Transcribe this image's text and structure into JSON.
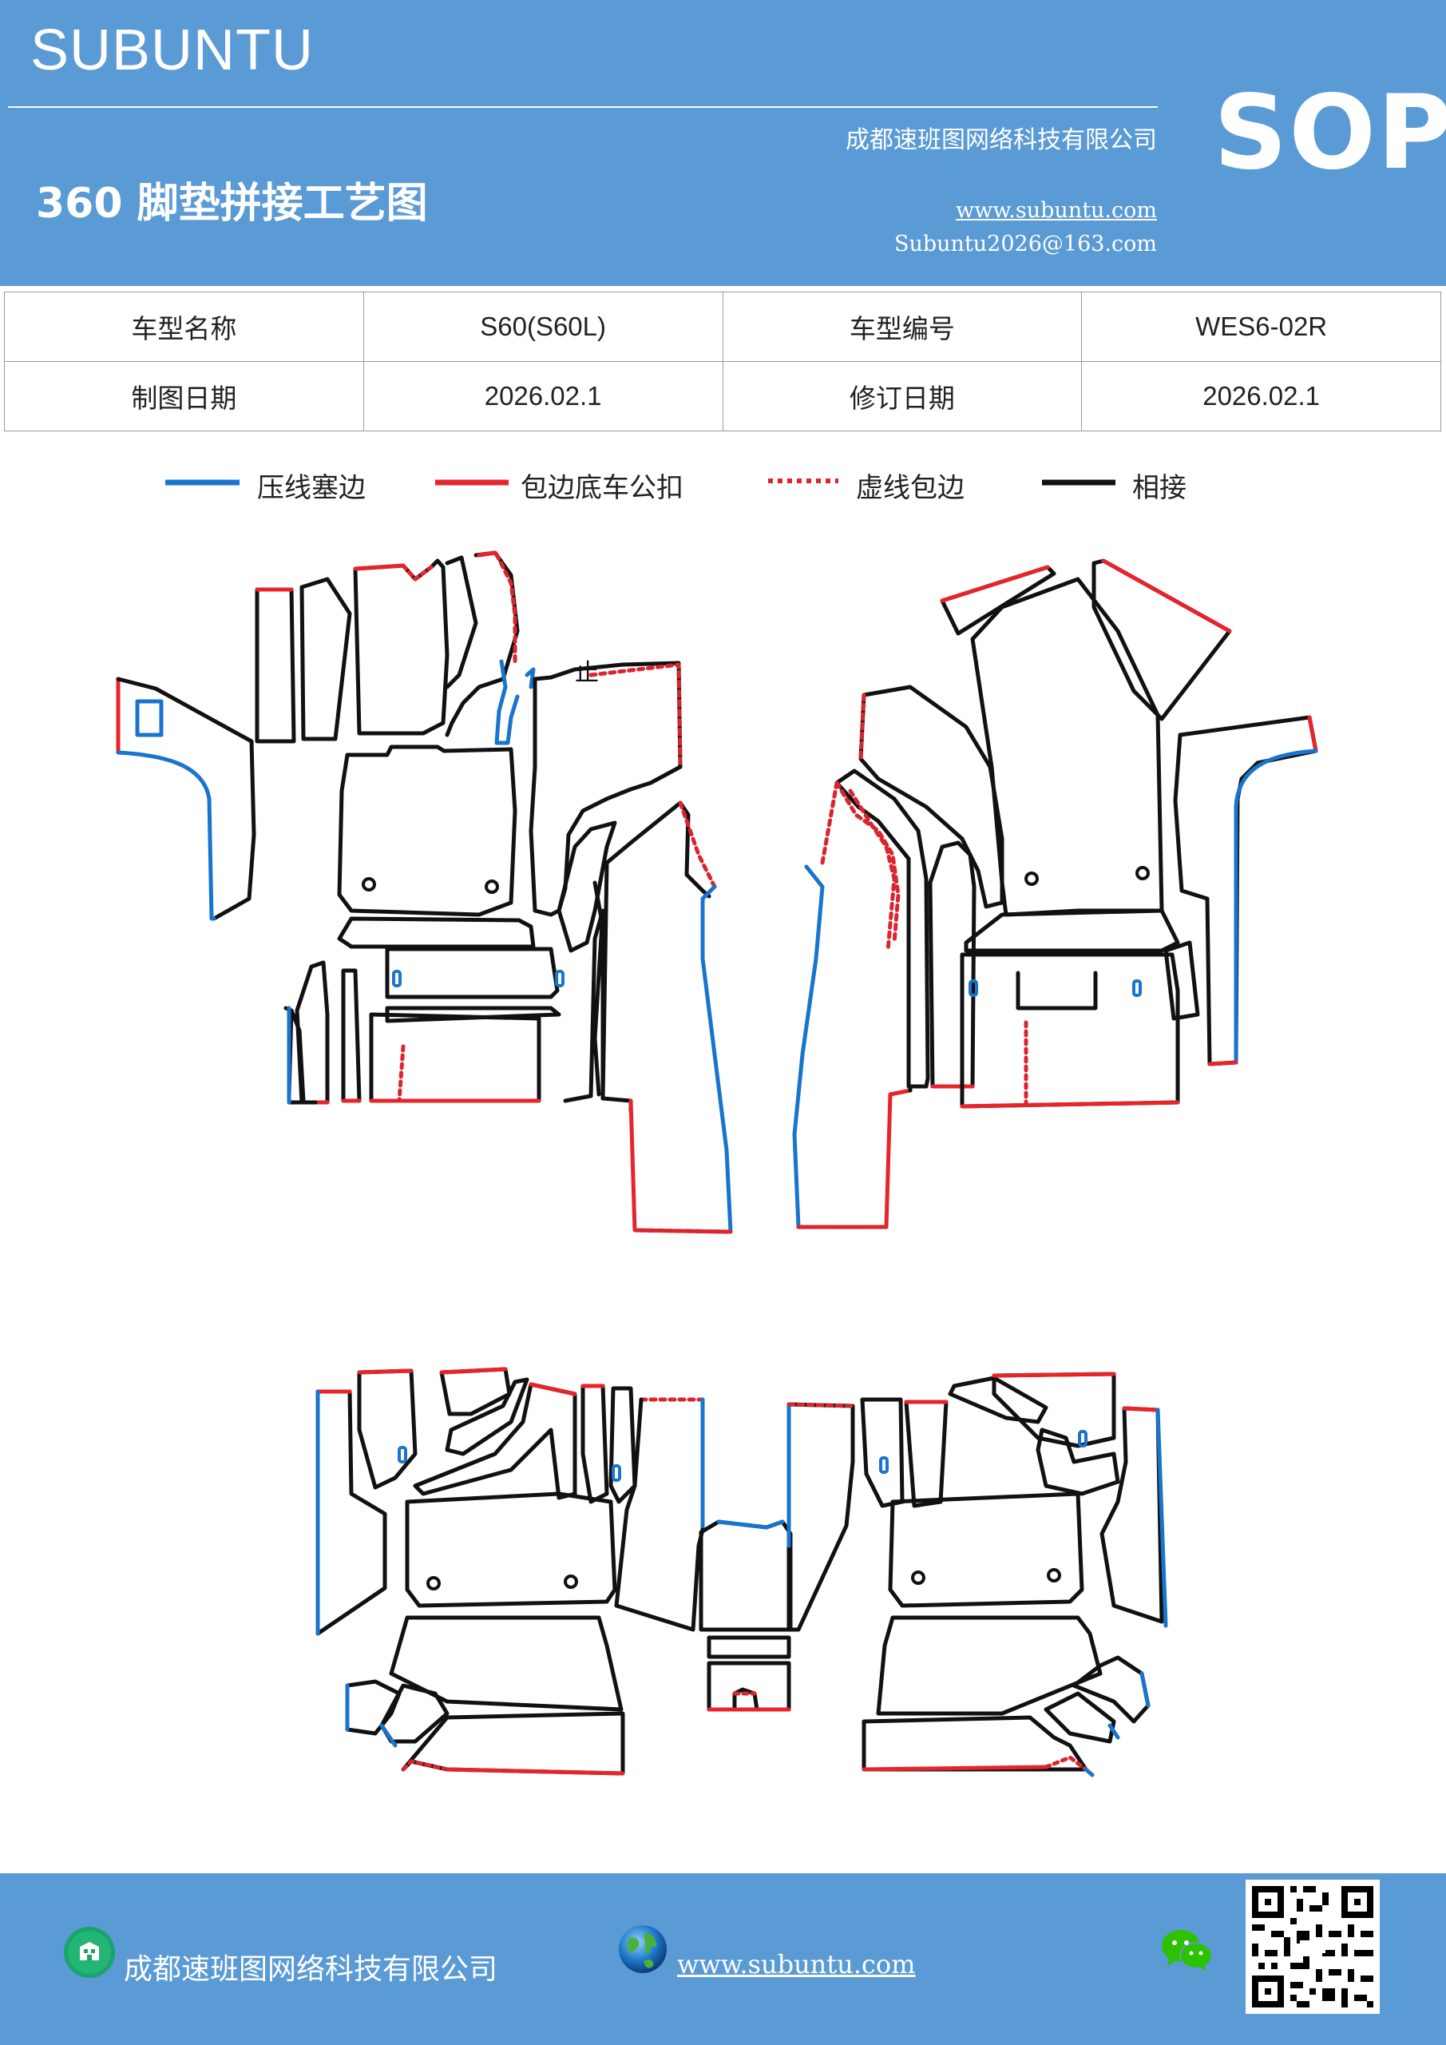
{
  "header": {
    "brand": "SUBUNTU",
    "company": "成都速班图网络科技有限公司",
    "badge": "SOP",
    "title": "360 脚垫拼接工艺图",
    "website": "www.subuntu.com",
    "email": "Subuntu2026@163.com"
  },
  "info_table": {
    "model_name_label": "车型名称",
    "model_name_value": "S60(S60L)",
    "model_code_label": "车型编号",
    "model_code_value": "WES6-02R",
    "draw_date_label": "制图日期",
    "draw_date_value": "2026.02.1",
    "revise_date_label": "修订日期",
    "revise_date_value": "2026.02.1"
  },
  "legend": [
    {
      "label": "压线塞边",
      "color": "#1874cd",
      "style": "solid"
    },
    {
      "label": "包边底车公扣",
      "color": "#e8242b",
      "style": "solid"
    },
    {
      "label": "虚线包边",
      "color": "#d9262e",
      "style": "dotted"
    },
    {
      "label": "相接",
      "color": "#111111",
      "style": "solid"
    }
  ],
  "diagram": {
    "mark": "止"
  },
  "footer": {
    "company": "成都速班图网络科技有限公司",
    "website": "www.subuntu.com"
  },
  "icons": {
    "company": "building-icon",
    "web": "globe-icon",
    "chat": "wechat-icon",
    "qr": "qr-code-icon"
  }
}
